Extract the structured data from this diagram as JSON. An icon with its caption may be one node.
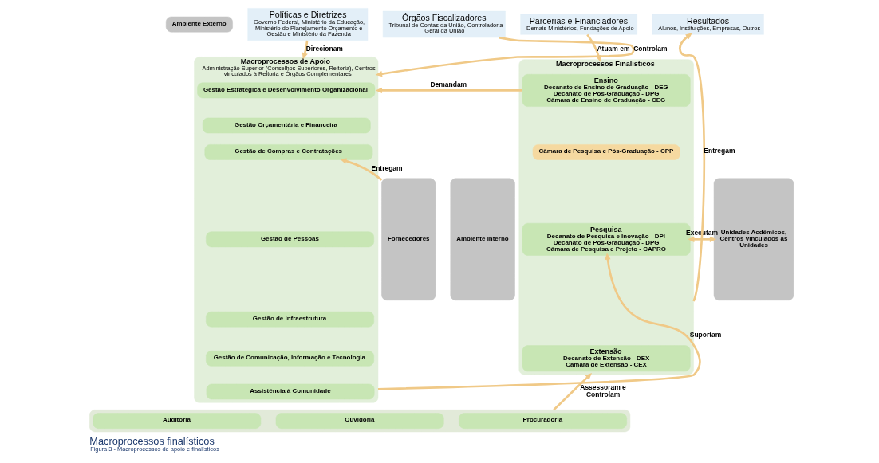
{
  "diagram": {
    "title": "Macroprocessos finalísticos",
    "caption": "Figura 3 - Macroprocessos de apoio e finalísticos",
    "nodes": [
      {
        "text": [
          "Ambiente Externo"
        ]
      },
      {
        "text": [
          "Políticas e Diretrizes",
          "Governo Federal, Ministério da Educação, Ministério do Planejamento Orçamento e Gestão e Ministério da Fazenda"
        ]
      },
      {
        "text": [
          "Órgãos Fiscalizadores",
          "Tribunal de Contas da União, Controladoria Geral da União"
        ]
      },
      {
        "text": [
          "Parcerias e Financiadores",
          "Demais Ministérios, Fundações de Apoio"
        ]
      },
      {
        "text": [
          "Resultados",
          "Alunos, Instituições, Empresas, Outros"
        ]
      },
      {
        "text": [
          "Fornecedores"
        ]
      },
      {
        "text": [
          "Ambiente Interno"
        ]
      },
      {
        "text": [
          "Unidades Acdêmicos, Centros vinculados às Unidades"
        ]
      },
      {
        "text": [
          "Macroprocessos de Apoio",
          "Administração Superior (Conselhos Superiores, Reitoria), Centros vinculados à Reitoria e Órgãos Complementares"
        ]
      },
      {
        "text": [
          "Gestão Estratégica e Desenvolvimento Organizacional"
        ],
        "in": 8
      },
      {
        "text": [
          "Gestão Orçamentária e Financeira"
        ],
        "in": 8
      },
      {
        "text": [
          "Gestão de Compras e Contratações"
        ],
        "in": 8
      },
      {
        "text": [
          "Gestão de Pessoas"
        ],
        "in": 8
      },
      {
        "text": [
          "Gestão de Infraestrutura"
        ],
        "in": 8
      },
      {
        "text": [
          "Gestão de Comunicação, Informação e Tecnologia"
        ],
        "in": 8
      },
      {
        "text": [
          "Assistência à Comunidade"
        ],
        "in": 8
      },
      {
        "text": [
          "Macroprocessos Finalísticos"
        ]
      },
      {
        "text": [
          "Ensino",
          "Decanato de Ensino de Graduação - DEG",
          "Decanato de Pós-Graduação - DPG",
          "Câmara de Ensino de Graduação - CEG"
        ],
        "in": 16
      },
      {
        "text": [
          "Câmara de Pesquisa e Pós-Graduação - CPP"
        ],
        "in": 16
      },
      {
        "text": [
          "Pesquisa",
          "Decanato de Pesquisa e Inovação - DPI",
          "Decanato de Pós-Graduação - DPG",
          "Câmara de Pesquisa e Projeto - CAPRO"
        ],
        "in": 16
      },
      {
        "text": [
          "Extensão",
          "Decanato de Extensão - DEX",
          "Câmara de Extensão - CEX"
        ],
        "in": 16
      },
      {
        "text": [],
        "shape": "box"
      },
      {
        "text": [
          "Auditoria"
        ],
        "in": 21
      },
      {
        "text": [
          "Ouvidoria"
        ],
        "in": 21
      },
      {
        "text": [
          "Procuradoria"
        ],
        "in": 21
      }
    ],
    "edges": [
      {
        "from": 1,
        "to": 8,
        "arrow": "to",
        "label": "Direcionam"
      },
      {
        "from": 2,
        "to": 8,
        "arrow": "to",
        "label": "Controlam"
      },
      {
        "from": 3,
        "to": 16,
        "arrow": "to",
        "label": "Atuam em"
      },
      {
        "from": 16,
        "to": 4,
        "arrow": "to",
        "label": "Entregam"
      },
      {
        "from": 5,
        "to": 11,
        "arrow": "to",
        "label": "Entregam"
      },
      {
        "from": 17,
        "to": 8,
        "arrow": "to",
        "label": "Demandam"
      },
      {
        "from": 8,
        "to": 19,
        "arrow": "to",
        "label": "Suportam"
      },
      {
        "from": 19,
        "to": 7,
        "arrow": "both",
        "label": "Executam"
      },
      {
        "from": 21,
        "to": 16,
        "arrow": "to",
        "label": "Assessoram e Controlam"
      }
    ]
  }
}
